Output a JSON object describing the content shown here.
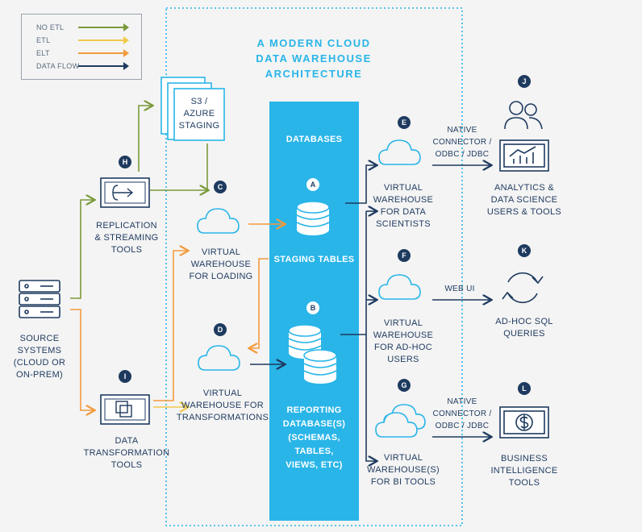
{
  "colors": {
    "no_etl": "#7a9a3a",
    "etl": "#f0c94a",
    "elt": "#f39a3d",
    "data_flow": "#1e3a5f",
    "databases_panel": "#29b5e8",
    "border_dotted": "#29b5e8"
  },
  "legend": [
    {
      "label": "NO ETL",
      "color": "#7a9a3a"
    },
    {
      "label": "ETL",
      "color": "#f0c94a"
    },
    {
      "label": "ELT",
      "color": "#f39a3d"
    },
    {
      "label": "DATA FLOW",
      "color": "#1e3a5f"
    }
  ],
  "title": "A MODERN CLOUD\nDATA WAREHOUSE\nARCHITECTURE",
  "databases_header": "DATABASES",
  "nodes": {
    "source": {
      "label": "SOURCE\nSYSTEMS\n(CLOUD OR\nON-PREM)",
      "icon": "server-icon"
    },
    "replication": {
      "badge": "H",
      "label": "REPLICATION\n& STREAMING\nTOOLS",
      "icon": "replication-icon"
    },
    "transformation_tools": {
      "badge": "I",
      "label": "DATA\nTRANSFORMATION\nTOOLS",
      "icon": "transformation-icon"
    },
    "s3": {
      "label": "S3 /\nAZURE\nSTAGING",
      "icon": "stacked-pages-icon"
    },
    "vw_loading": {
      "badge": "C",
      "label": "VIRTUAL\nWAREHOUSE\nFOR LOADING",
      "icon": "cloud-icon"
    },
    "vw_transform": {
      "badge": "D",
      "label": "VIRTUAL\nWAREHOUSE FOR\nTRANSFORMATIONS",
      "icon": "cloud-icon"
    },
    "staging_tables": {
      "badge": "A",
      "label": "STAGING TABLES",
      "icon": "database-icon"
    },
    "reporting_db": {
      "badge": "B",
      "label": "REPORTING\nDATABASE(S)\n(SCHEMAS, TABLES,\nVIEWS, ETC)",
      "icon": "database-icon"
    },
    "vw_ds": {
      "badge": "E",
      "label": "VIRTUAL\nWAREHOUSE\nFOR DATA\nSCIENTISTS",
      "icon": "cloud-icon"
    },
    "vw_adhoc": {
      "badge": "F",
      "label": "VIRTUAL\nWAREHOUSE\nFOR AD-HOC\nUSERS",
      "icon": "cloud-icon"
    },
    "vw_bi": {
      "badge": "G",
      "label": "VIRTUAL\nWAREHOUSE(S)\nFOR BI TOOLS",
      "icon": "cloud-stack-icon"
    },
    "analytics": {
      "badge": "J",
      "label": "ANALYTICS &\nDATA SCIENCE\nUSERS & TOOLS",
      "icon": "users-chart-icon"
    },
    "adhoc_sql": {
      "badge": "K",
      "label": "AD-HOC SQL\nQUERIES",
      "icon": "refresh-icon"
    },
    "bi": {
      "badge": "L",
      "label": "BUSINESS\nINTELLIGENCE\nTOOLS",
      "icon": "dollar-screen-icon"
    }
  },
  "edges": {
    "connector_top": "NATIVE\nCONNECTOR /\nODBC / JDBC",
    "web_ui": "WEB UI",
    "connector_bottom": "NATIVE\nCONNECTOR /\nODBC / JDBC"
  }
}
